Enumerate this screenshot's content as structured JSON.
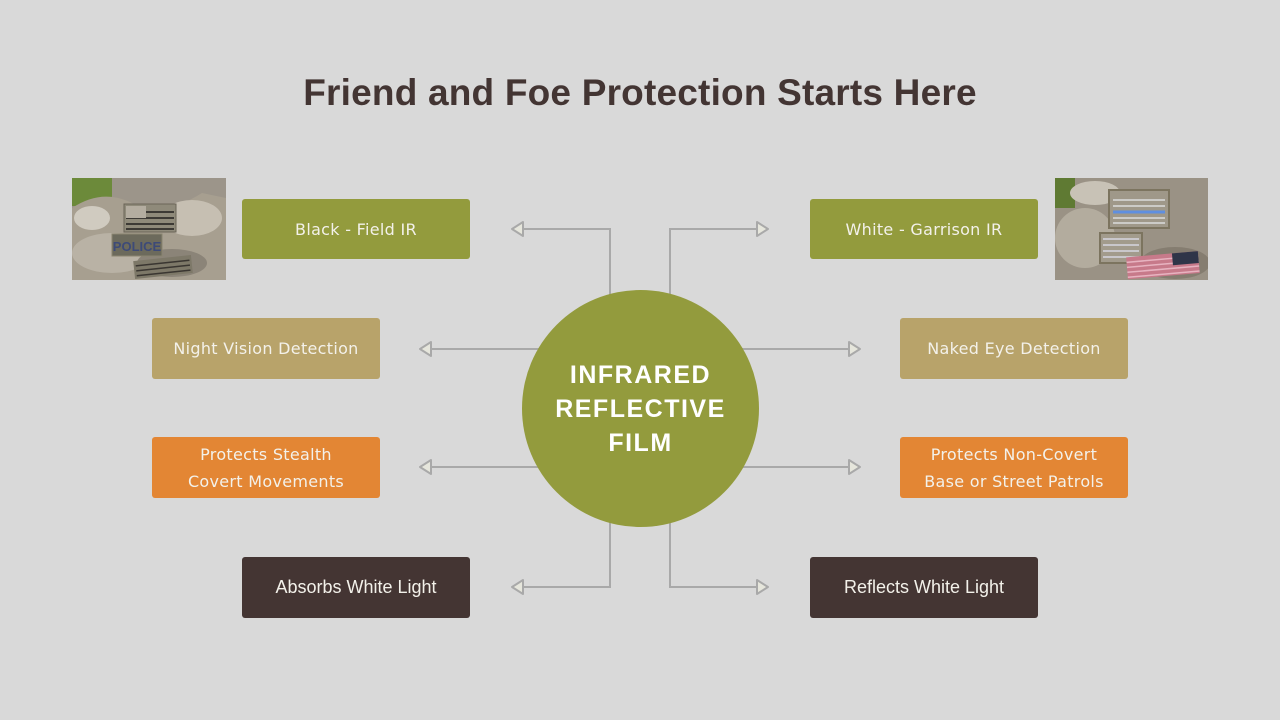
{
  "title": "Friend and Foe Protection Starts Here",
  "center": {
    "label": "INFRARED\nREFLECTIVE\nFILM",
    "color": "#939b3d"
  },
  "colors": {
    "background": "#d9d9d9",
    "title": "#433533",
    "green": "#939b3d",
    "tan": "#b8a36a",
    "orange": "#e38634",
    "dark_brown": "#443533",
    "connector": "#a9a9a9",
    "arrowhead_fill": "#e6e6dc"
  },
  "left": [
    {
      "label": "Black - Field IR",
      "color": "#939b3d"
    },
    {
      "label": "Night Vision Detection",
      "color": "#b8a36a"
    },
    {
      "label": "Protects Stealth\nCovert Movements",
      "color": "#e38634"
    },
    {
      "label": "Absorbs White Light",
      "color": "#443533"
    }
  ],
  "right": [
    {
      "label": "White - Garrison IR",
      "color": "#939b3d"
    },
    {
      "label": "Naked Eye Detection",
      "color": "#b8a36a"
    },
    {
      "label": "Protects Non-Covert\nBase or Street Patrols",
      "color": "#e38634"
    },
    {
      "label": "Reflects White Light",
      "color": "#443533"
    }
  ],
  "images": {
    "left_photo": "Black IR patches (POLICE, flag) on multicam cap",
    "right_photo": "White IR patches (flags) on multicam cap"
  }
}
